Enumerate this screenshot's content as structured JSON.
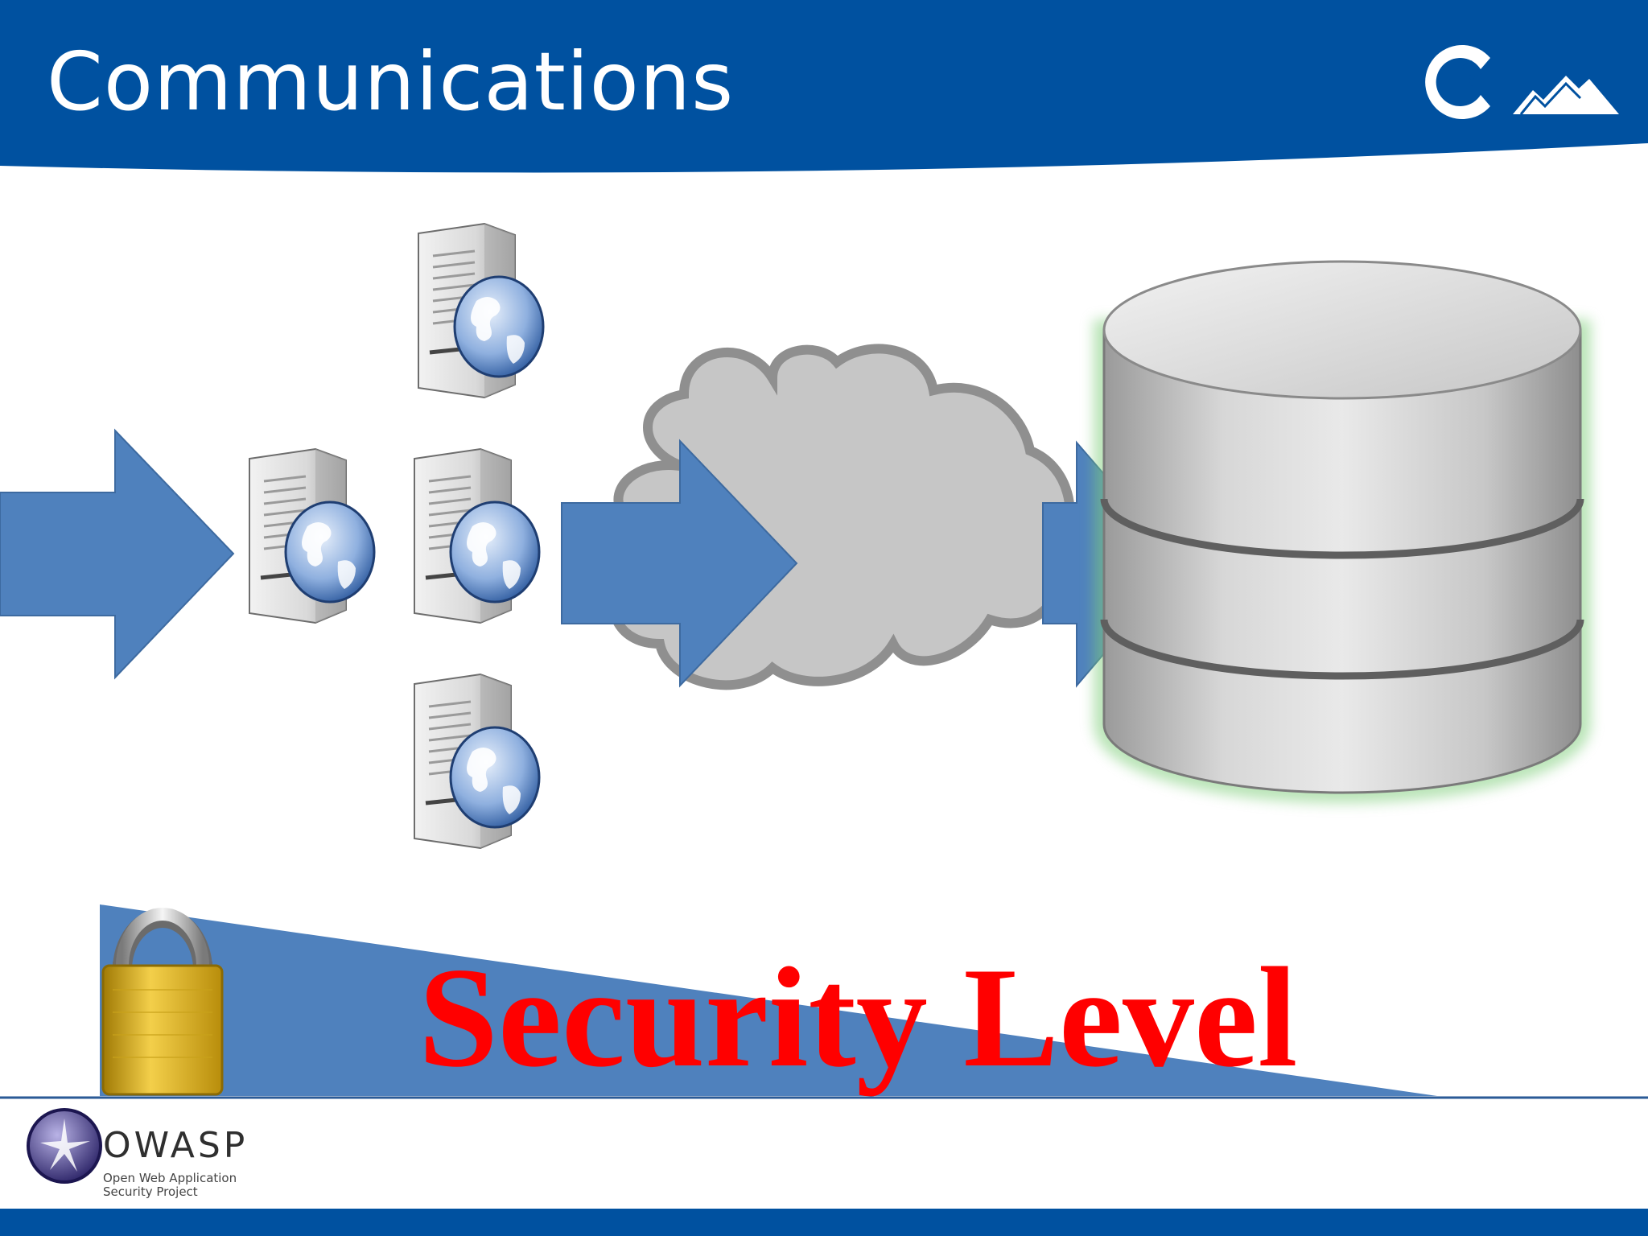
{
  "slide": {
    "title": "Communications",
    "security_label": "Security Level",
    "footer": {
      "logo_word": "OWASP",
      "logo_sub_line1": "Open Web Application",
      "logo_sub_line2": "Security Project"
    }
  },
  "colors": {
    "header": "#0051a0",
    "arrow": "#4f81bd",
    "wedge": "#4f81bd",
    "security_text": "#ff0000",
    "footer_bar": "#0051a0"
  },
  "icons": {
    "top_right_logo": "mountain-logo-icon",
    "servers": "web-server-icon",
    "cloud": "cloud-icon",
    "database": "database-icon",
    "lock": "padlock-icon",
    "owasp": "owasp-logo-icon"
  }
}
